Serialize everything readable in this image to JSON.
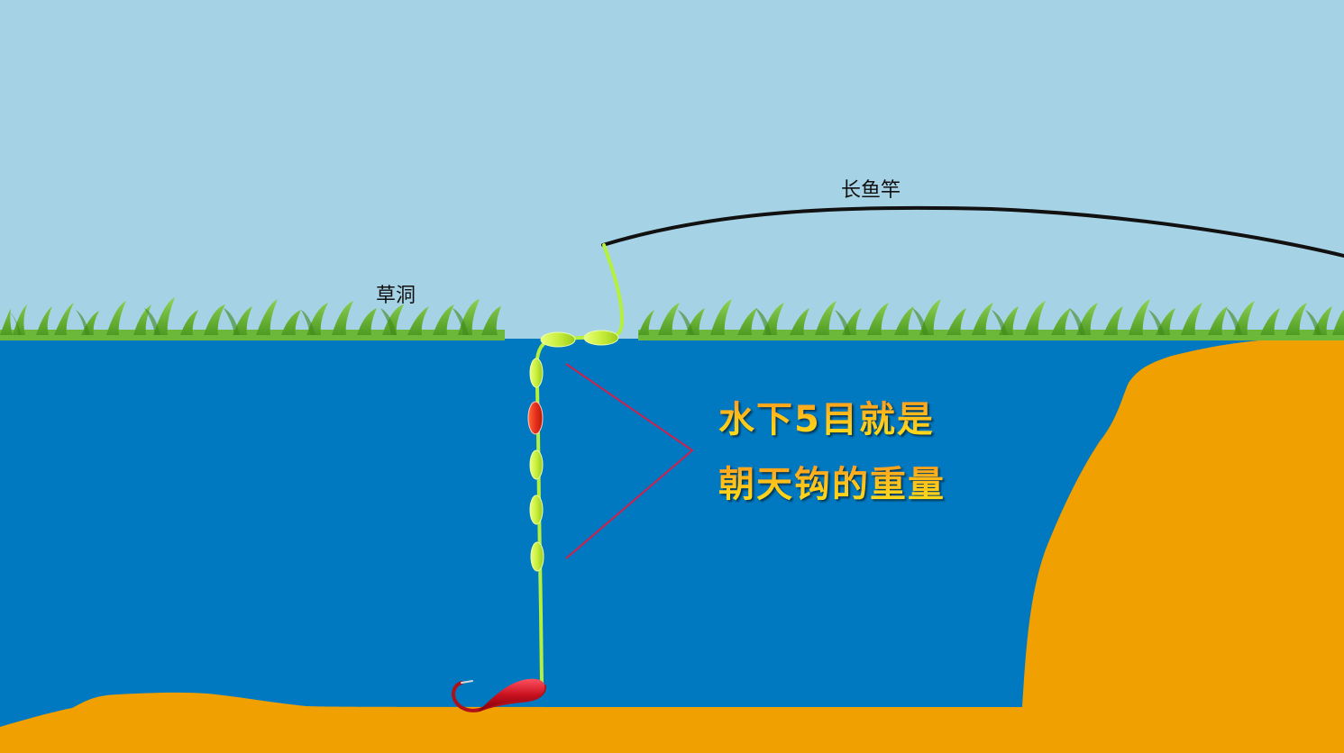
{
  "labels": {
    "grass_hole": "草洞",
    "long_rod": "长鱼竿",
    "caption_line1": "水下5目就是",
    "caption_line2": "朝天钩的重量"
  },
  "colors": {
    "sky": "#a6d2e5",
    "water": "#0079c1",
    "ground": "#f0a000",
    "grass": "#6cb83a",
    "line": "#b4f03c",
    "float_bead": "#c8ee3c",
    "red_bead": "#e8301c",
    "sinker": "#c8101e",
    "bracket": "#d0204a",
    "rod": "#111111"
  },
  "diagram": {
    "beads_underwater": 5,
    "red_bead_index": 1,
    "bracket_label": "水下5目"
  }
}
